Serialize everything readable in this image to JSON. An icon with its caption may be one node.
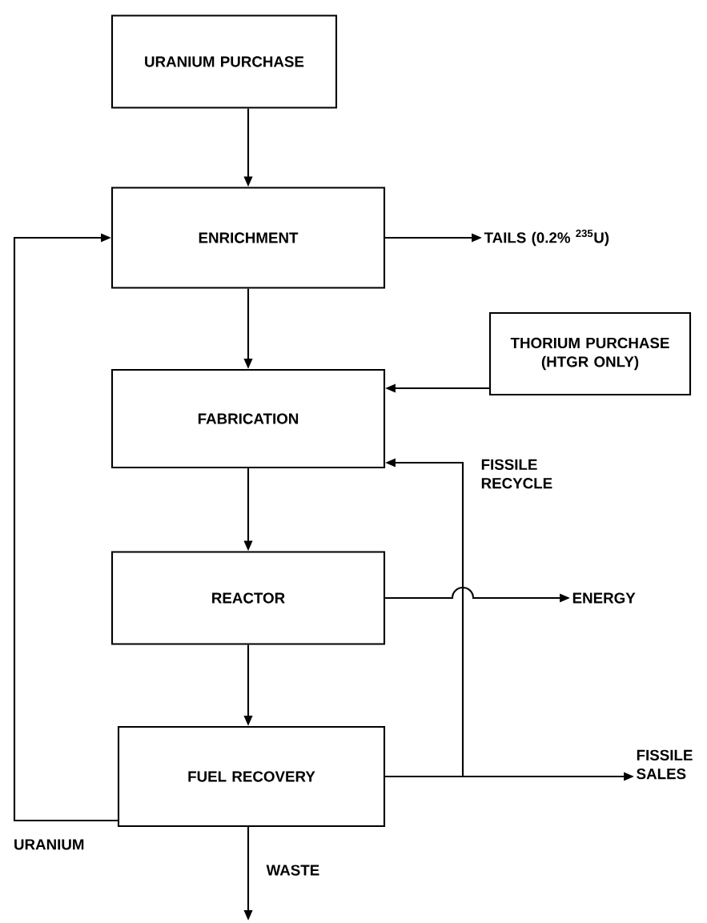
{
  "diagram": {
    "nodes": [
      {
        "text": [
          "URANIUM PURCHASE"
        ]
      },
      {
        "text": [
          "ENRICHMENT"
        ]
      },
      {
        "text": [
          "TAILS (0.2% $^{235}$U)"
        ]
      },
      {
        "text": [
          "THORIUM PURCHASE (HTGR ONLY)"
        ]
      },
      {
        "text": [
          "FABRICATION"
        ]
      },
      {
        "text": [
          "REACTOR"
        ]
      },
      {
        "text": [
          "ENERGY"
        ]
      },
      {
        "text": [
          "FUEL RECOVERY"
        ]
      },
      {
        "text": [
          "FISSILE SALES"
        ]
      }
    ],
    "edges": [
      {
        "from": 0,
        "to": 1,
        "arrow": "to"
      },
      {
        "from": 1,
        "to": 2,
        "arrow": "to"
      },
      {
        "from": 1,
        "to": 4,
        "arrow": "to"
      },
      {
        "from": 3,
        "to": 4,
        "arrow": "to"
      },
      {
        "from": 4,
        "to": 5,
        "arrow": "to"
      },
      {
        "from": 5,
        "to": 6,
        "arrow": "to"
      },
      {
        "from": 5,
        "to": 7,
        "arrow": "to"
      },
      {
        "from": 7,
        "to": 1,
        "arrow": "to",
        "label": "URANIUM"
      },
      {
        "from": 7,
        "to": 4,
        "arrow": "to",
        "label": "FISSILE RECYCLE"
      },
      {
        "from": 7,
        "to": 8,
        "arrow": "to"
      },
      {
        "from": 7,
        "to": null,
        "arrow": "to",
        "label": "WASTE"
      }
    ]
  }
}
